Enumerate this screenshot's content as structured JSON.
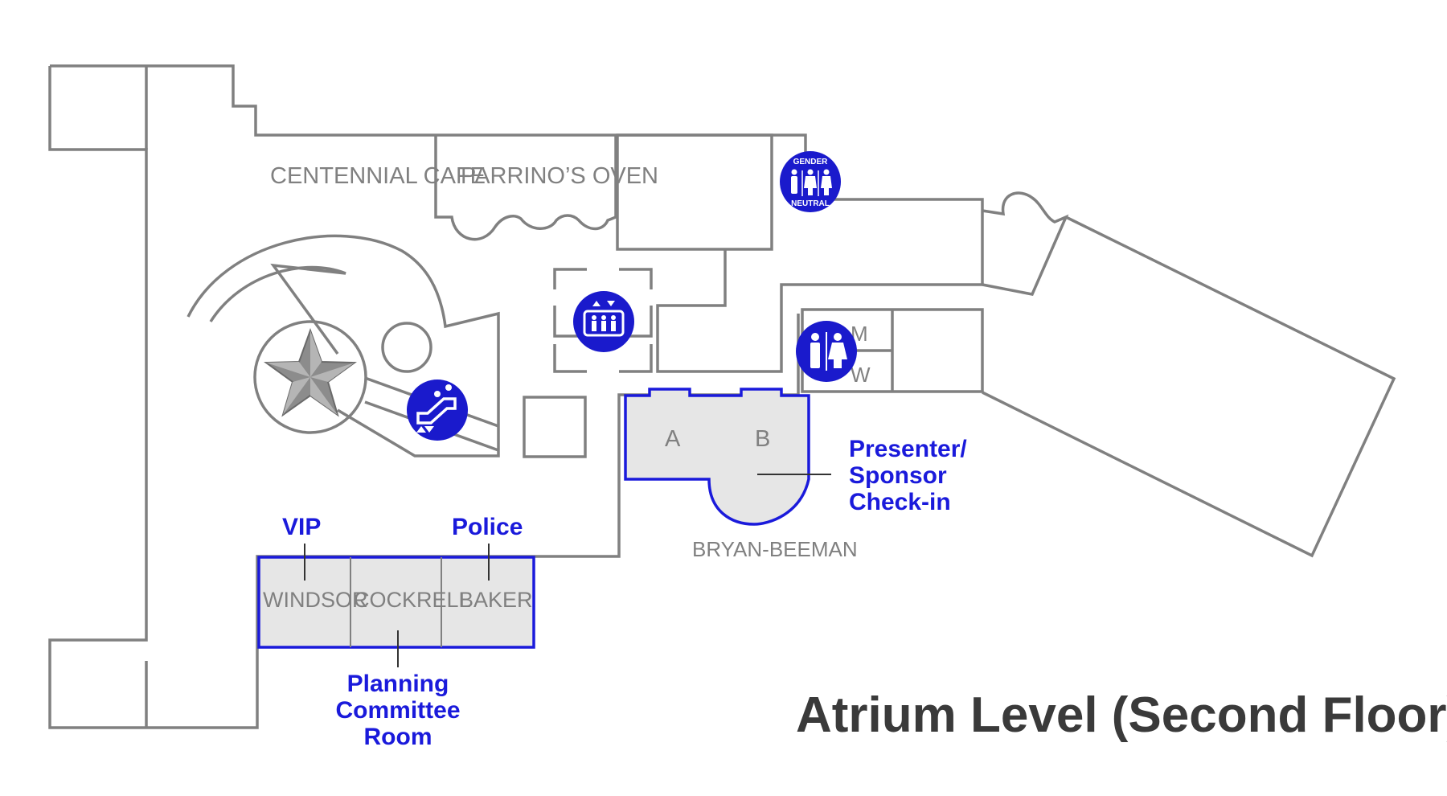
{
  "map": {
    "title": "Atrium Level (Second Floor)",
    "rooms": {
      "centennial_cafe": "CENTENNIAL CAFE",
      "parrinos_oven": "PARRINO’S OVEN",
      "bryan_beeman": "BRYAN-BEEMAN",
      "room_a": "A",
      "room_b": "B",
      "windsor": "WINDSOR",
      "cockrell": "COCKRELL",
      "baker": "BAKER",
      "restroom_m": "M",
      "restroom_w": "W"
    },
    "callouts": {
      "vip": "VIP",
      "police": "Police",
      "presenter_line1": "Presenter/",
      "presenter_line2": "Sponsor",
      "presenter_line3": "Check-in",
      "planning_line1": "Planning",
      "planning_line2": "Committee",
      "planning_line3": "Room"
    },
    "icons": {
      "gender_neutral_top": "GENDER",
      "gender_neutral_bottom": "NEUTRAL",
      "restroom": "restroom-icon",
      "elevator": "elevator-icon",
      "escalator": "escalator-icon",
      "star": "star-icon"
    },
    "colors": {
      "wall": "#808080",
      "accent": "#1a1adb",
      "highlight_fill": "#e6e6e6",
      "title": "#3a3a3a"
    }
  }
}
